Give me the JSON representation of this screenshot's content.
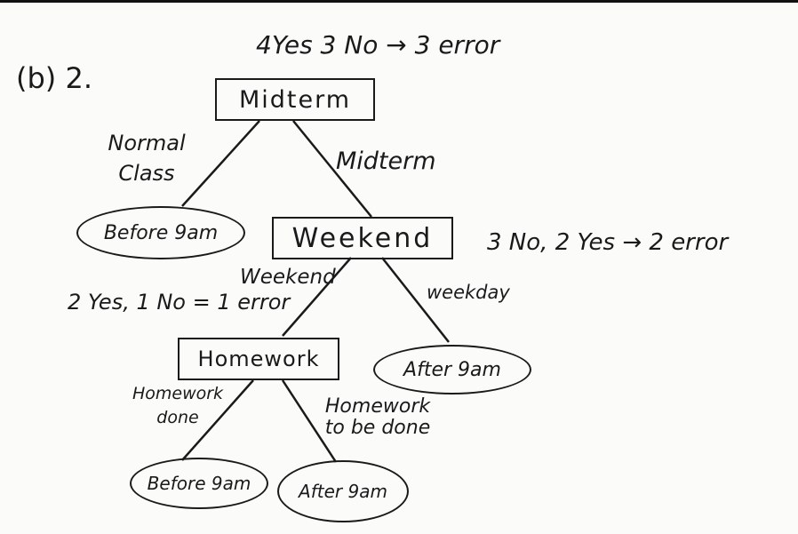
{
  "part_label": "(b) 2.",
  "root_annotation": "4Yes 3 No → 3 error",
  "nodes": {
    "root": "Midterm",
    "weekend": "Weekend",
    "homework": "Homework"
  },
  "edges": {
    "normal_class": "Normal Class",
    "midterm": "Midterm",
    "weekend": "Weekend",
    "weekday": "weekday",
    "homework_done": "Homework done",
    "homework_to_be_done": "Homework to be done"
  },
  "leaves": {
    "normal_class_leaf": "Before 9am",
    "weekday_leaf": "After 9am",
    "homework_done_leaf": "Before 9am",
    "homework_todo_leaf": "After 9am"
  },
  "annotations": {
    "weekend_node": "3 No, 2 Yes → 2 error",
    "weekend_edge": "2 Yes, 1 No = 1 error"
  }
}
